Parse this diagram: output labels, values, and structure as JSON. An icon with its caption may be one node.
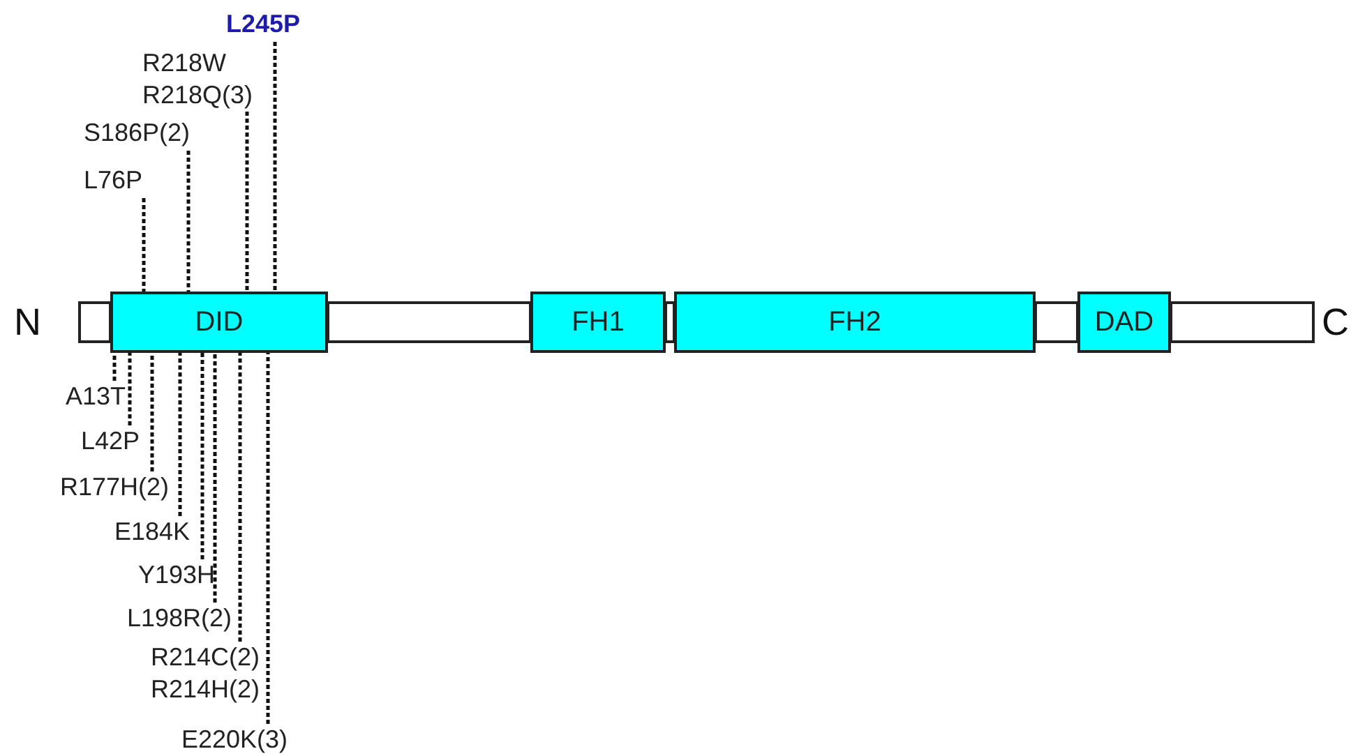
{
  "diagram": {
    "nodes": [
      {
        "text": [
          "L245P"
        ]
      },
      {
        "text": [
          "R218W",
          "R218Q(3)"
        ]
      },
      {
        "text": [
          "S186P(2)"
        ]
      },
      {
        "text": [
          "L76P"
        ]
      },
      {
        "text": [],
        "shape": "bar"
      },
      {
        "text": [
          "DID"
        ]
      },
      {
        "text": [],
        "shape": "bar"
      },
      {
        "text": [
          "FH1"
        ]
      },
      {
        "text": [],
        "shape": "bar"
      },
      {
        "text": [
          "FH2"
        ]
      },
      {
        "text": [],
        "shape": "bar"
      },
      {
        "text": [
          "DAD"
        ]
      },
      {
        "text": [],
        "shape": "bar"
      },
      {
        "text": [
          "A13T"
        ]
      },
      {
        "text": [
          "L42P"
        ]
      },
      {
        "text": [
          "R177H(2)"
        ]
      },
      {
        "text": [
          "E184K"
        ]
      },
      {
        "text": [
          "Y193H"
        ]
      },
      {
        "text": [
          "L198R(2)"
        ]
      },
      {
        "text": [
          "R214C(2)",
          "R214H(2)"
        ]
      },
      {
        "text": [
          "E220K(3)"
        ]
      }
    ],
    "edges": [
      {
        "from": 0,
        "to": 5,
        "arrow": "none",
        "style": "dashed"
      },
      {
        "from": 1,
        "to": 5,
        "arrow": "none",
        "style": "dashed"
      },
      {
        "from": 2,
        "to": 5,
        "arrow": "none",
        "style": "dashed"
      },
      {
        "from": 3,
        "to": 5,
        "arrow": "none",
        "style": "dashed"
      },
      {
        "from": 13,
        "to": 5,
        "arrow": "none",
        "style": "dashed"
      },
      {
        "from": 14,
        "to": 5,
        "arrow": "none",
        "style": "dashed"
      },
      {
        "from": 15,
        "to": 5,
        "arrow": "none",
        "style": "dashed"
      },
      {
        "from": 16,
        "to": 5,
        "arrow": "none",
        "style": "dashed"
      },
      {
        "from": 17,
        "to": 5,
        "arrow": "none",
        "style": "dashed"
      },
      {
        "from": 18,
        "to": 5,
        "arrow": "none",
        "style": "dashed"
      },
      {
        "from": 19,
        "to": 5,
        "arrow": "none",
        "style": "dashed"
      },
      {
        "from": 20,
        "to": 5,
        "arrow": "none",
        "style": "dashed"
      }
    ],
    "labels": [
      "N",
      "C"
    ]
  }
}
